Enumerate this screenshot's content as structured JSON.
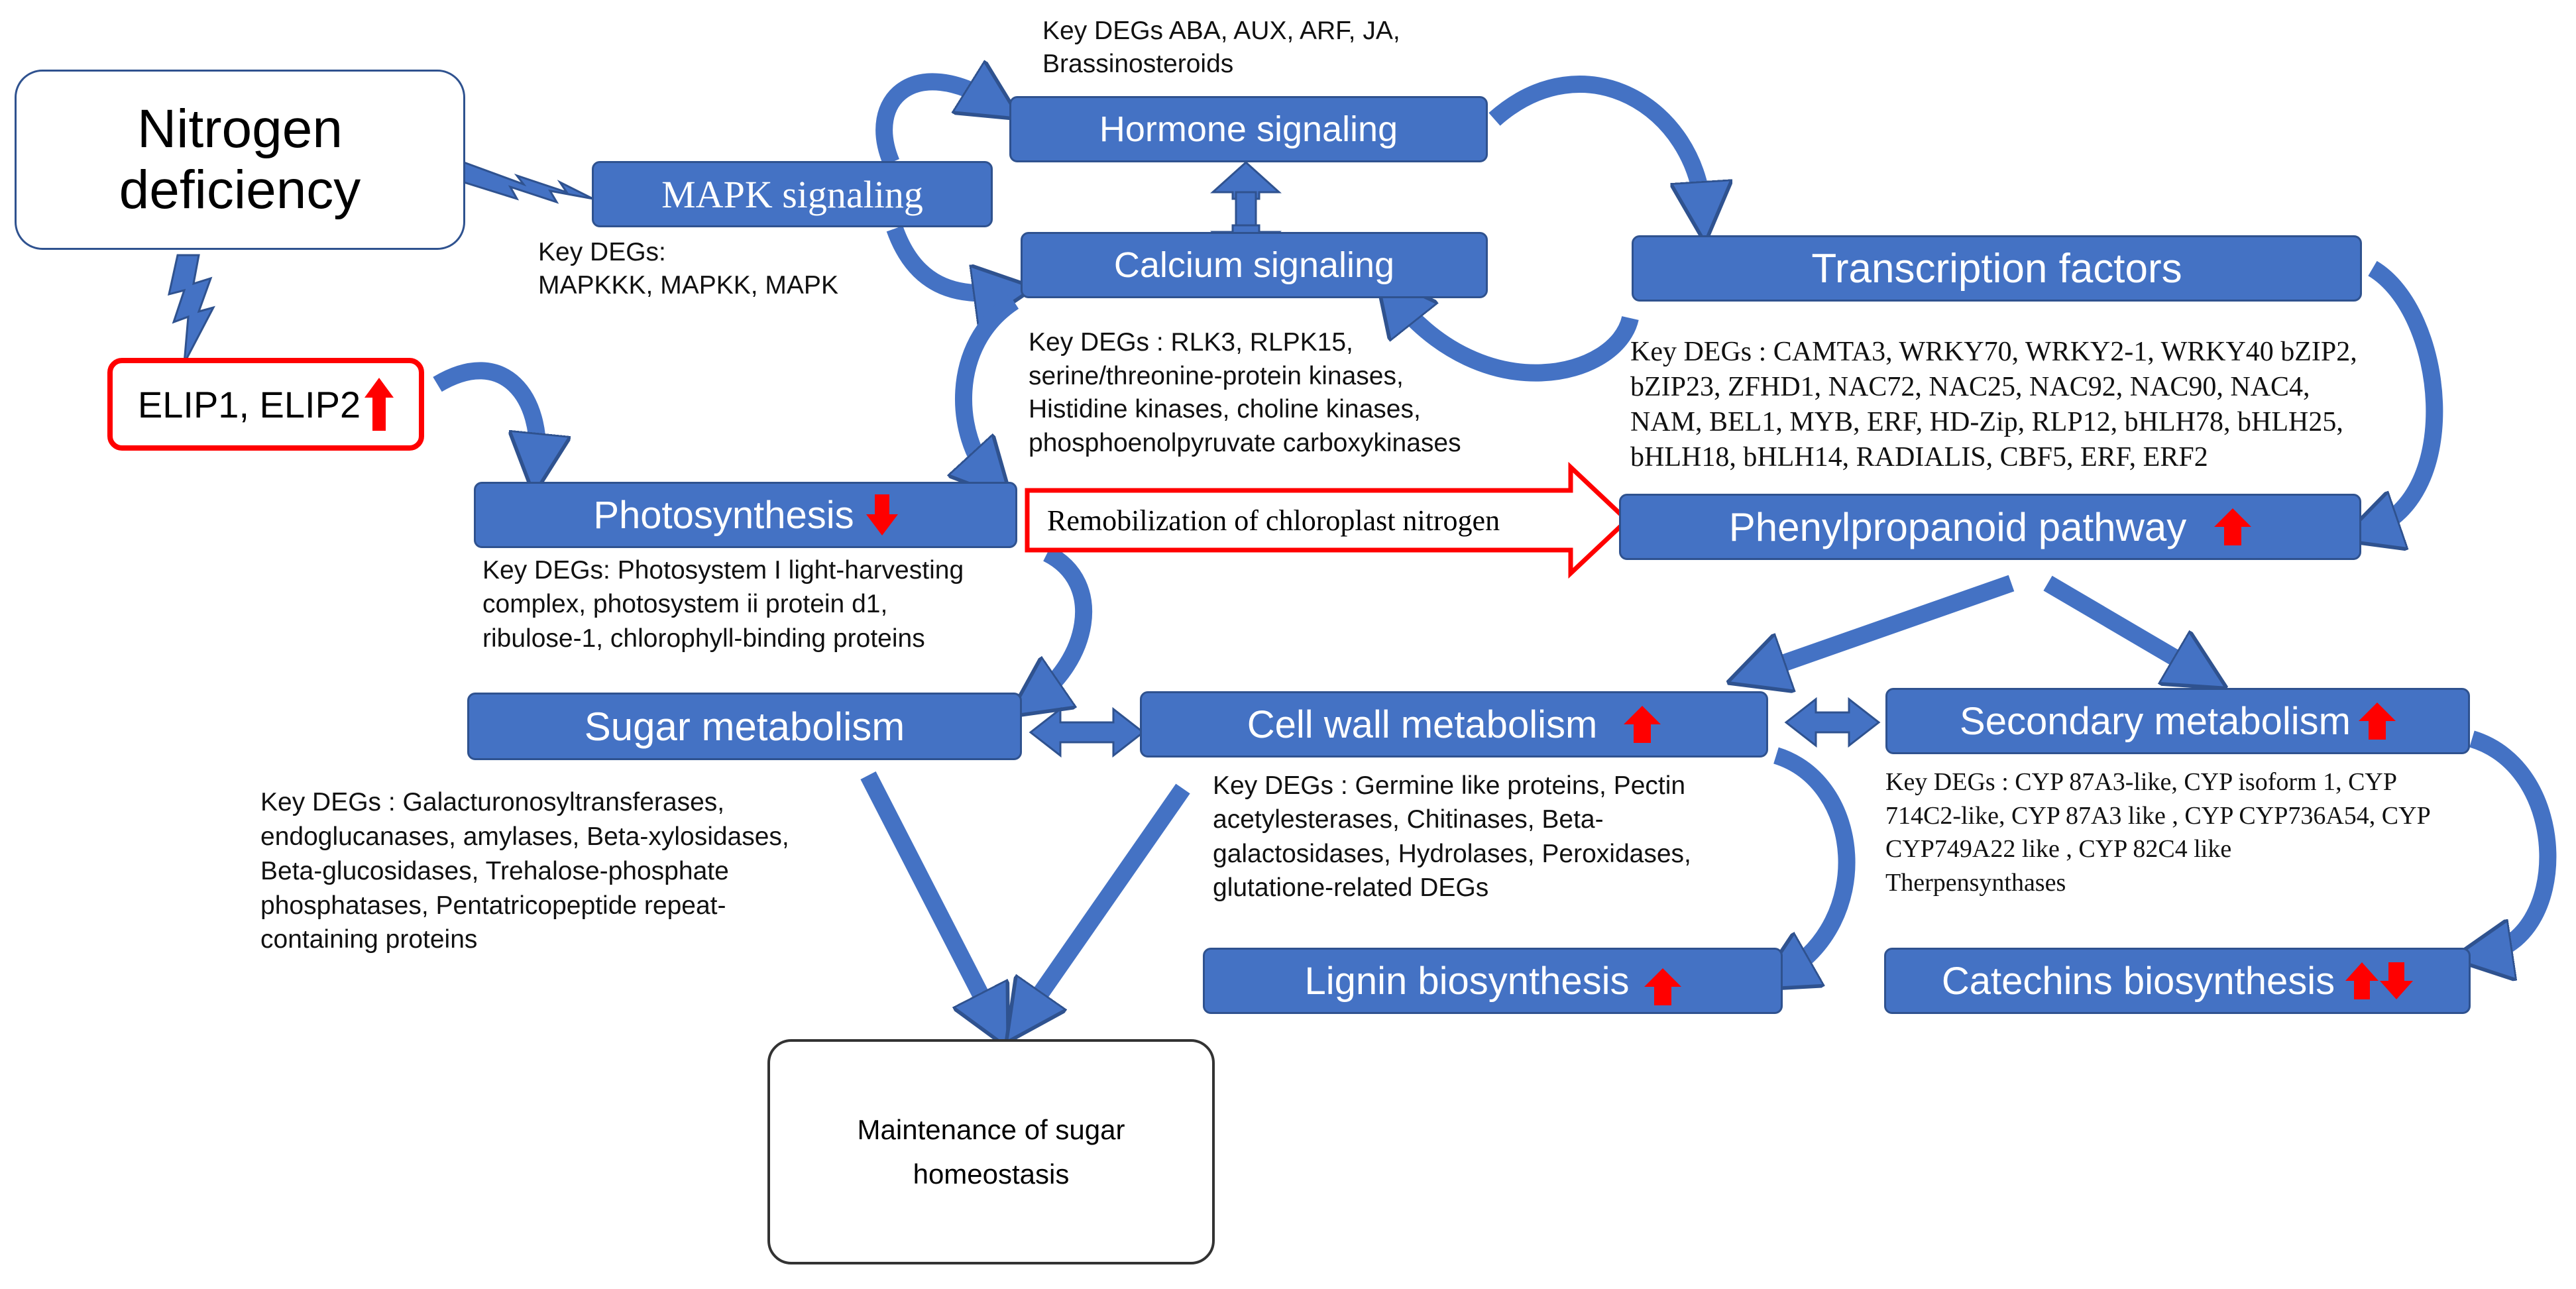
{
  "nodes": {
    "nitrogen": "Nitrogen\ndeficiency",
    "elip": "ELIP1, ELIP2",
    "mapk": "MAPK signaling",
    "hormone": "Hormone signaling",
    "calcium": "Calcium signaling",
    "tf": "Transcription factors",
    "photosynthesis": "Photosynthesis",
    "phenylpropanoid": "Phenylpropanoid pathway",
    "sugar": "Sugar metabolism",
    "cellwall": "Cell wall metabolism",
    "secondary": "Secondary metabolism",
    "lignin": "Lignin biosynthesis",
    "catechins": "Catechins biosynthesis",
    "maintenance": "Maintenance of sugar\nhomeostasis"
  },
  "remobilization_label": "Remobilization of chloroplast nitrogen",
  "notes": {
    "hormone": "Key DEGs ABA, AUX, ARF, JA,\nBrassinosteroids",
    "mapk": "Key DEGs:\nMAPKKK, MAPKK, MAPK",
    "calcium": "Key DEGs : RLK3, RLPK15,\nserine/threonine-protein kinases,\nHistidine kinases, choline kinases,\nphosphoenolpyruvate carboxykinases",
    "tf": "Key DEGs : CAMTA3, WRKY70, WRKY2-1, WRKY40 bZIP2,\nbZIP23, ZFHD1, NAC72, NAC25, NAC92, NAC90, NAC4,\nNAM, BEL1, MYB, ERF, HD-Zip, RLP12, bHLH78, bHLH25,\nbHLH18, bHLH14, RADIALIS, CBF5, ERF, ERF2",
    "photosynthesis": "Key DEGs: Photosystem I light-harvesting\ncomplex, photosystem ii protein d1,\nribulose-1, chlorophyll-binding proteins",
    "sugar": "Key DEGs : Galacturonosyltransferases,\nendoglucanases, amylases, Beta-xylosidases,\nBeta-glucosidases, Trehalose-phosphate\nphosphatases, Pentatricopeptide repeat-\ncontaining proteins",
    "cellwall": "Key DEGs : Germine like proteins, Pectin\nacetylesterases, Chitinases, Beta-\ngalactosidases, Hydrolases, Peroxidases,\nglutatione-related DEGs",
    "secondary": "Key DEGs : CYP 87A3-like, CYP isoform 1, CYP\n714C2-like, CYP 87A3 like , CYP CYP736A54, CYP\nCYP749A22 like , CYP 82C4 like\nTherpensynthases"
  },
  "colors": {
    "box_fill": "#4472C4",
    "box_border": "#2F528F",
    "arrow_fill": "#4472C4",
    "up_arrow": "#FF0000",
    "highlight_border": "#FF0000"
  },
  "regulation": {
    "elip": "up",
    "photosynthesis": "down",
    "phenylpropanoid": "up",
    "cellwall": "up",
    "secondary": "up",
    "lignin": "up",
    "catechins": "up-down"
  }
}
